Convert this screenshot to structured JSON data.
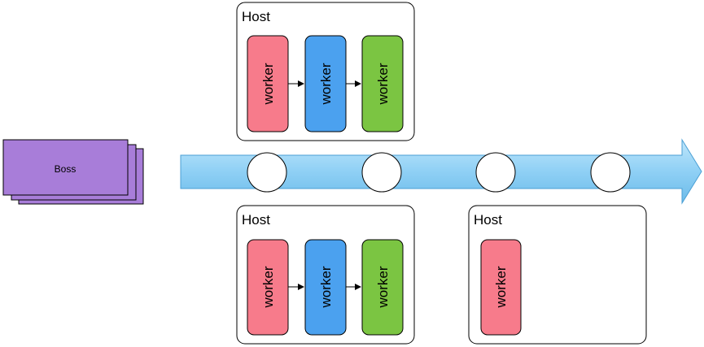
{
  "boss": {
    "label": "Boss"
  },
  "colors": {
    "worker_red": "#f77b8b",
    "worker_blue": "#4ba1ef",
    "worker_green": "#7bc542",
    "boss_purple": "#a87dd9",
    "arrow_fill": "#8fd0f5"
  },
  "hosts": [
    {
      "title": "Host",
      "workers": [
        "worker",
        "worker",
        "worker"
      ]
    },
    {
      "title": "Host",
      "workers": [
        "worker",
        "worker",
        "worker"
      ]
    },
    {
      "title": "Host",
      "workers": [
        "worker"
      ]
    }
  ]
}
